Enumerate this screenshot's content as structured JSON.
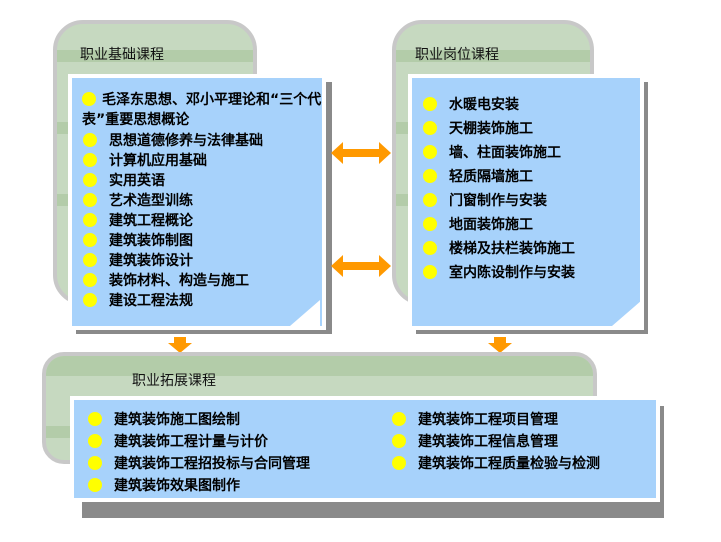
{
  "basic": {
    "title": "职业基础课程",
    "items": [
      "毛泽东思想、邓小平理论和“三个代表”重要思想概论",
      "思想道德修养与法律基础",
      "计算机应用基础",
      "实用英语",
      "艺术造型训练",
      "建筑工程概论",
      "建筑装饰制图",
      "建筑装饰设计",
      "装饰材料、构造与施工",
      "建设工程法规"
    ]
  },
  "position": {
    "title": "职业岗位课程",
    "items": [
      "水暖电安装",
      "天棚装饰施工",
      "墙、柱面装饰施工",
      "轻质隔墙施工",
      "门窗制作与安装",
      "地面装饰施工",
      "楼梯及扶栏装饰施工",
      "室内陈设制作与安装"
    ]
  },
  "extension": {
    "title": "职业拓展课程",
    "left_items": [
      "建筑装饰施工图绘制",
      "建筑装饰工程计量与计价",
      "建筑装饰工程招投标与合同管理",
      "建筑装饰效果图制作"
    ],
    "right_items": [
      "建筑装饰工程项目管理",
      "建筑装饰工程信息管理",
      "建筑装饰工程质量检验与检测"
    ]
  },
  "colors": {
    "note": "#a7d2fb",
    "back": "#c6d9c0",
    "arrow": "#ff9900",
    "bullet": "#ffff00"
  }
}
